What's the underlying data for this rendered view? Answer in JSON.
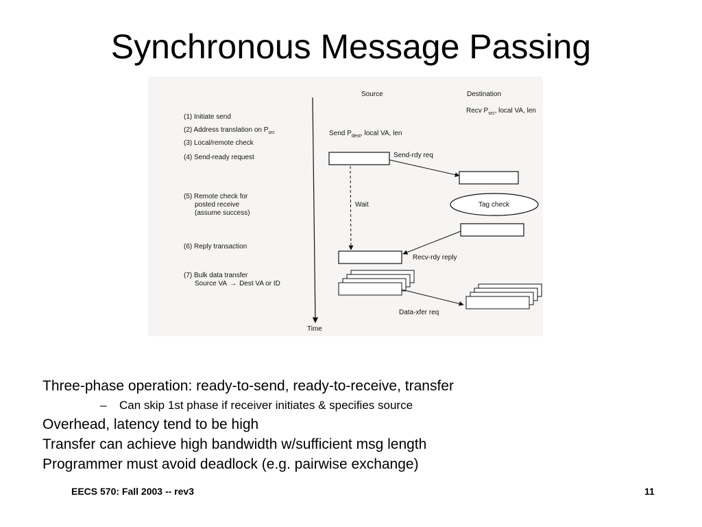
{
  "slide": {
    "title": "Synchronous Message Passing",
    "page_number": "11",
    "footer": "EECS 570: Fall 2003 -- rev3"
  },
  "diagram": {
    "header_source": "Source",
    "header_destination": "Destination",
    "steps": [
      {
        "text": "(1) Initiate send"
      },
      {
        "text": "(2) Address translation on P",
        "sub": "src"
      },
      {
        "text": "(3) Local/remote check"
      },
      {
        "text": "(4) Send-ready request"
      },
      {
        "lines": [
          "(5) Remote check for",
          "posted receive",
          "(assume success)"
        ]
      },
      {
        "text": "(6) Reply transaction"
      },
      {
        "lines": [
          "(7) Bulk data transfer"
        ],
        "transfer": {
          "src": "Source VA",
          "arrow": "→",
          "dst": "Dest VA or ID"
        }
      }
    ],
    "send_call": {
      "prefix": "Send P",
      "sub": "dest",
      "suffix": ", local VA, len"
    },
    "recv_call": {
      "prefix": "Recv P",
      "sub": "src",
      "suffix": ", local VA, len"
    },
    "labels": {
      "send_rdy": "Send-rdy req",
      "wait": "Wait",
      "tag_check": "Tag check",
      "recv_rdy": "Recv-rdy reply",
      "data_xfer": "Data-xfer req",
      "time": "Time"
    }
  },
  "bullets": [
    {
      "level": 1,
      "text": "Three-phase operation: ready-to-send, ready-to-receive, transfer"
    },
    {
      "level": 2,
      "dash": "–",
      "text": "Can skip 1st phase if receiver initiates & specifies source"
    },
    {
      "level": 1,
      "text": "Overhead, latency tend to be high"
    },
    {
      "level": 1,
      "text": "Transfer can achieve high bandwidth w/sufficient msg length"
    },
    {
      "level": 1,
      "text": "Programmer must avoid deadlock (e.g. pairwise exchange)"
    }
  ]
}
